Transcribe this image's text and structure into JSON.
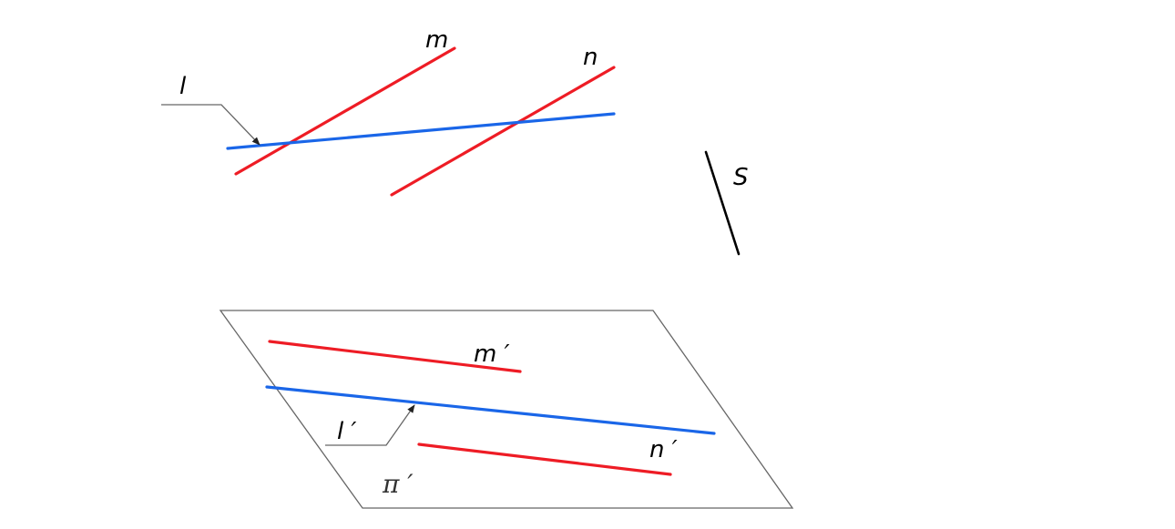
{
  "labels": {
    "l": "l",
    "m": "m",
    "n": "n",
    "s": "S",
    "m_prime": "m ′",
    "l_prime": "l ′",
    "n_prime": "n ′",
    "plane": "π ′"
  },
  "colors": {
    "red_line": "#ee1c25",
    "blue_line": "#1a66e8",
    "black_line": "#000000",
    "plane_edge": "#666666",
    "leader": "#555555"
  }
}
